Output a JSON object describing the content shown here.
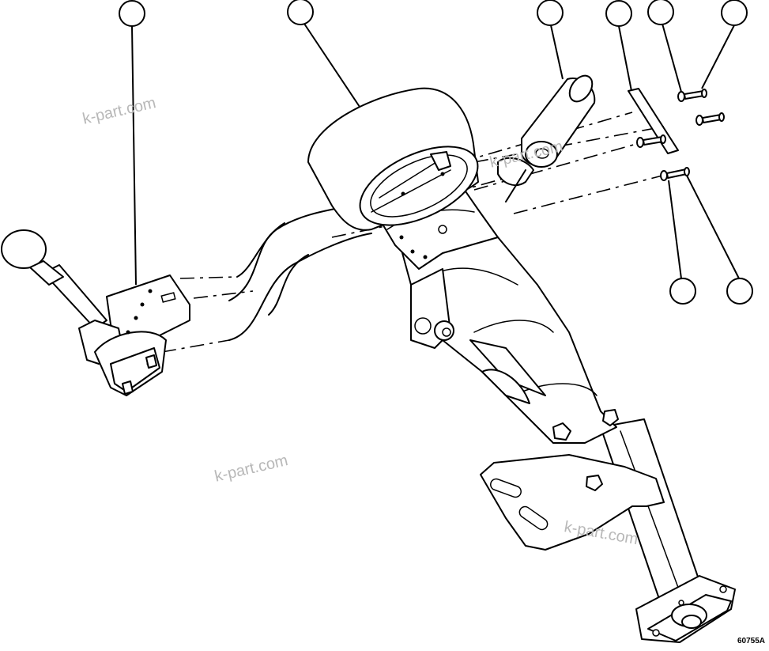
{
  "watermarks": [
    "k-part.com",
    "k-part.com",
    "k-part.com",
    "k-part.com"
  ],
  "figure_number": "60755A",
  "colors": {
    "line": "#000000",
    "background": "#ffffff",
    "watermark": "#b8b8b8"
  }
}
